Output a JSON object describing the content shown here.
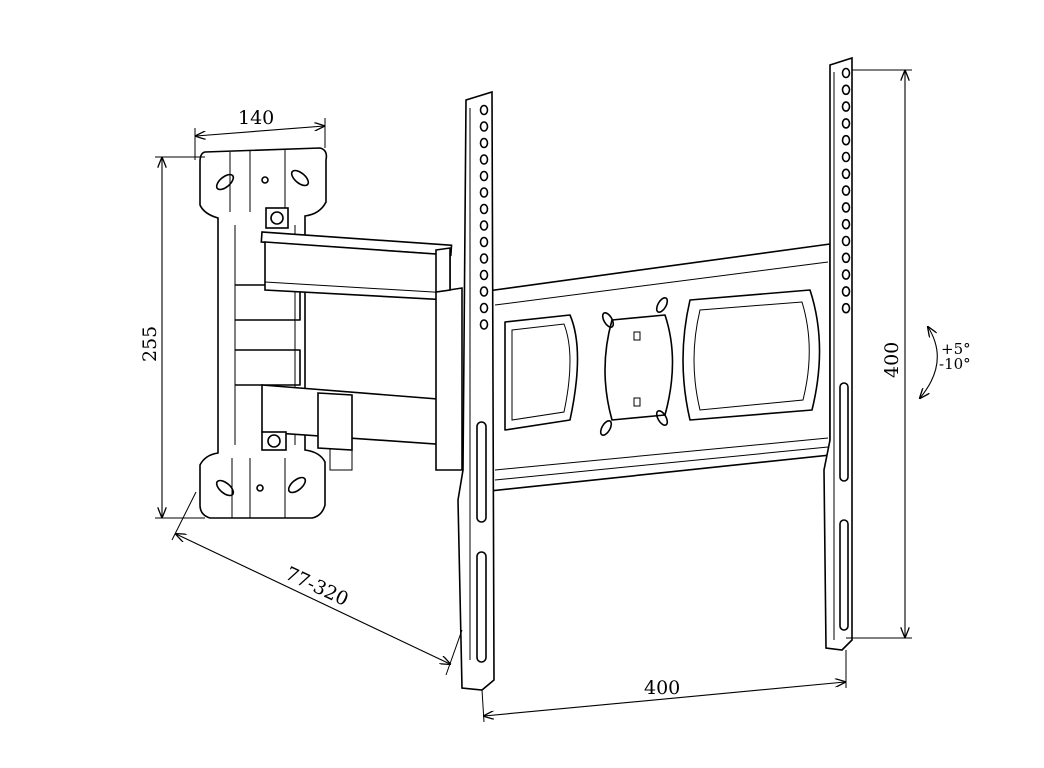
{
  "dimensions": {
    "wall_plate_width": "140",
    "wall_plate_height": "255",
    "extension": "77-320",
    "vesa_horizontal": "400",
    "vesa_vertical": "400"
  },
  "tilt": {
    "up": "+5°",
    "down": "-10°"
  }
}
